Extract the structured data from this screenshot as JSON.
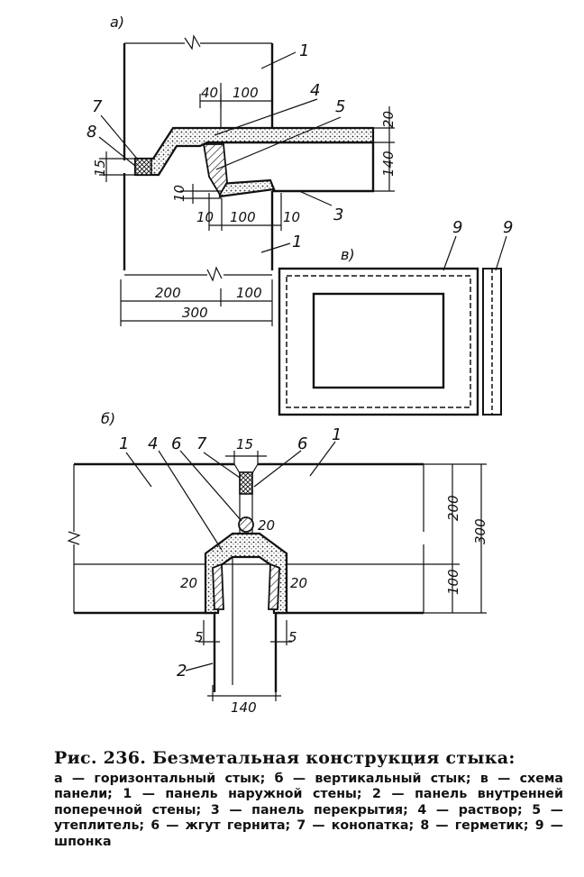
{
  "figure": {
    "views": {
      "a": "а)",
      "b": "б)",
      "v": "в)"
    },
    "view_a": {
      "dimensions": [
        "40",
        "100",
        "20",
        "140",
        "15",
        "10",
        "10",
        "100",
        "10",
        "200",
        "100",
        "300"
      ],
      "callouts": [
        "1",
        "4",
        "5",
        "7",
        "8",
        "3",
        "1"
      ]
    },
    "view_b": {
      "dimensions": [
        "15",
        "20",
        "20",
        "20",
        "5",
        "5",
        "140",
        "200",
        "300",
        "100"
      ],
      "callouts": [
        "1",
        "4",
        "6",
        "7",
        "6",
        "1",
        "2"
      ]
    },
    "view_v": {
      "callouts": [
        "9",
        "9"
      ]
    }
  },
  "caption": {
    "title": "Рис. 236.  Безметальная  конструкция стыка:",
    "legend": "а — горизонтальный стык; б — вертикальный стык; в — схема панели; 1 — панель наружной стены; 2 — панель внутренней поперечной стены; 3 — панель перекрытия; 4 — раствор; 5 — утеплитель; 6 — жгут гернита; 7 — конопатка; 8 — герметик; 9 — шпонка"
  }
}
